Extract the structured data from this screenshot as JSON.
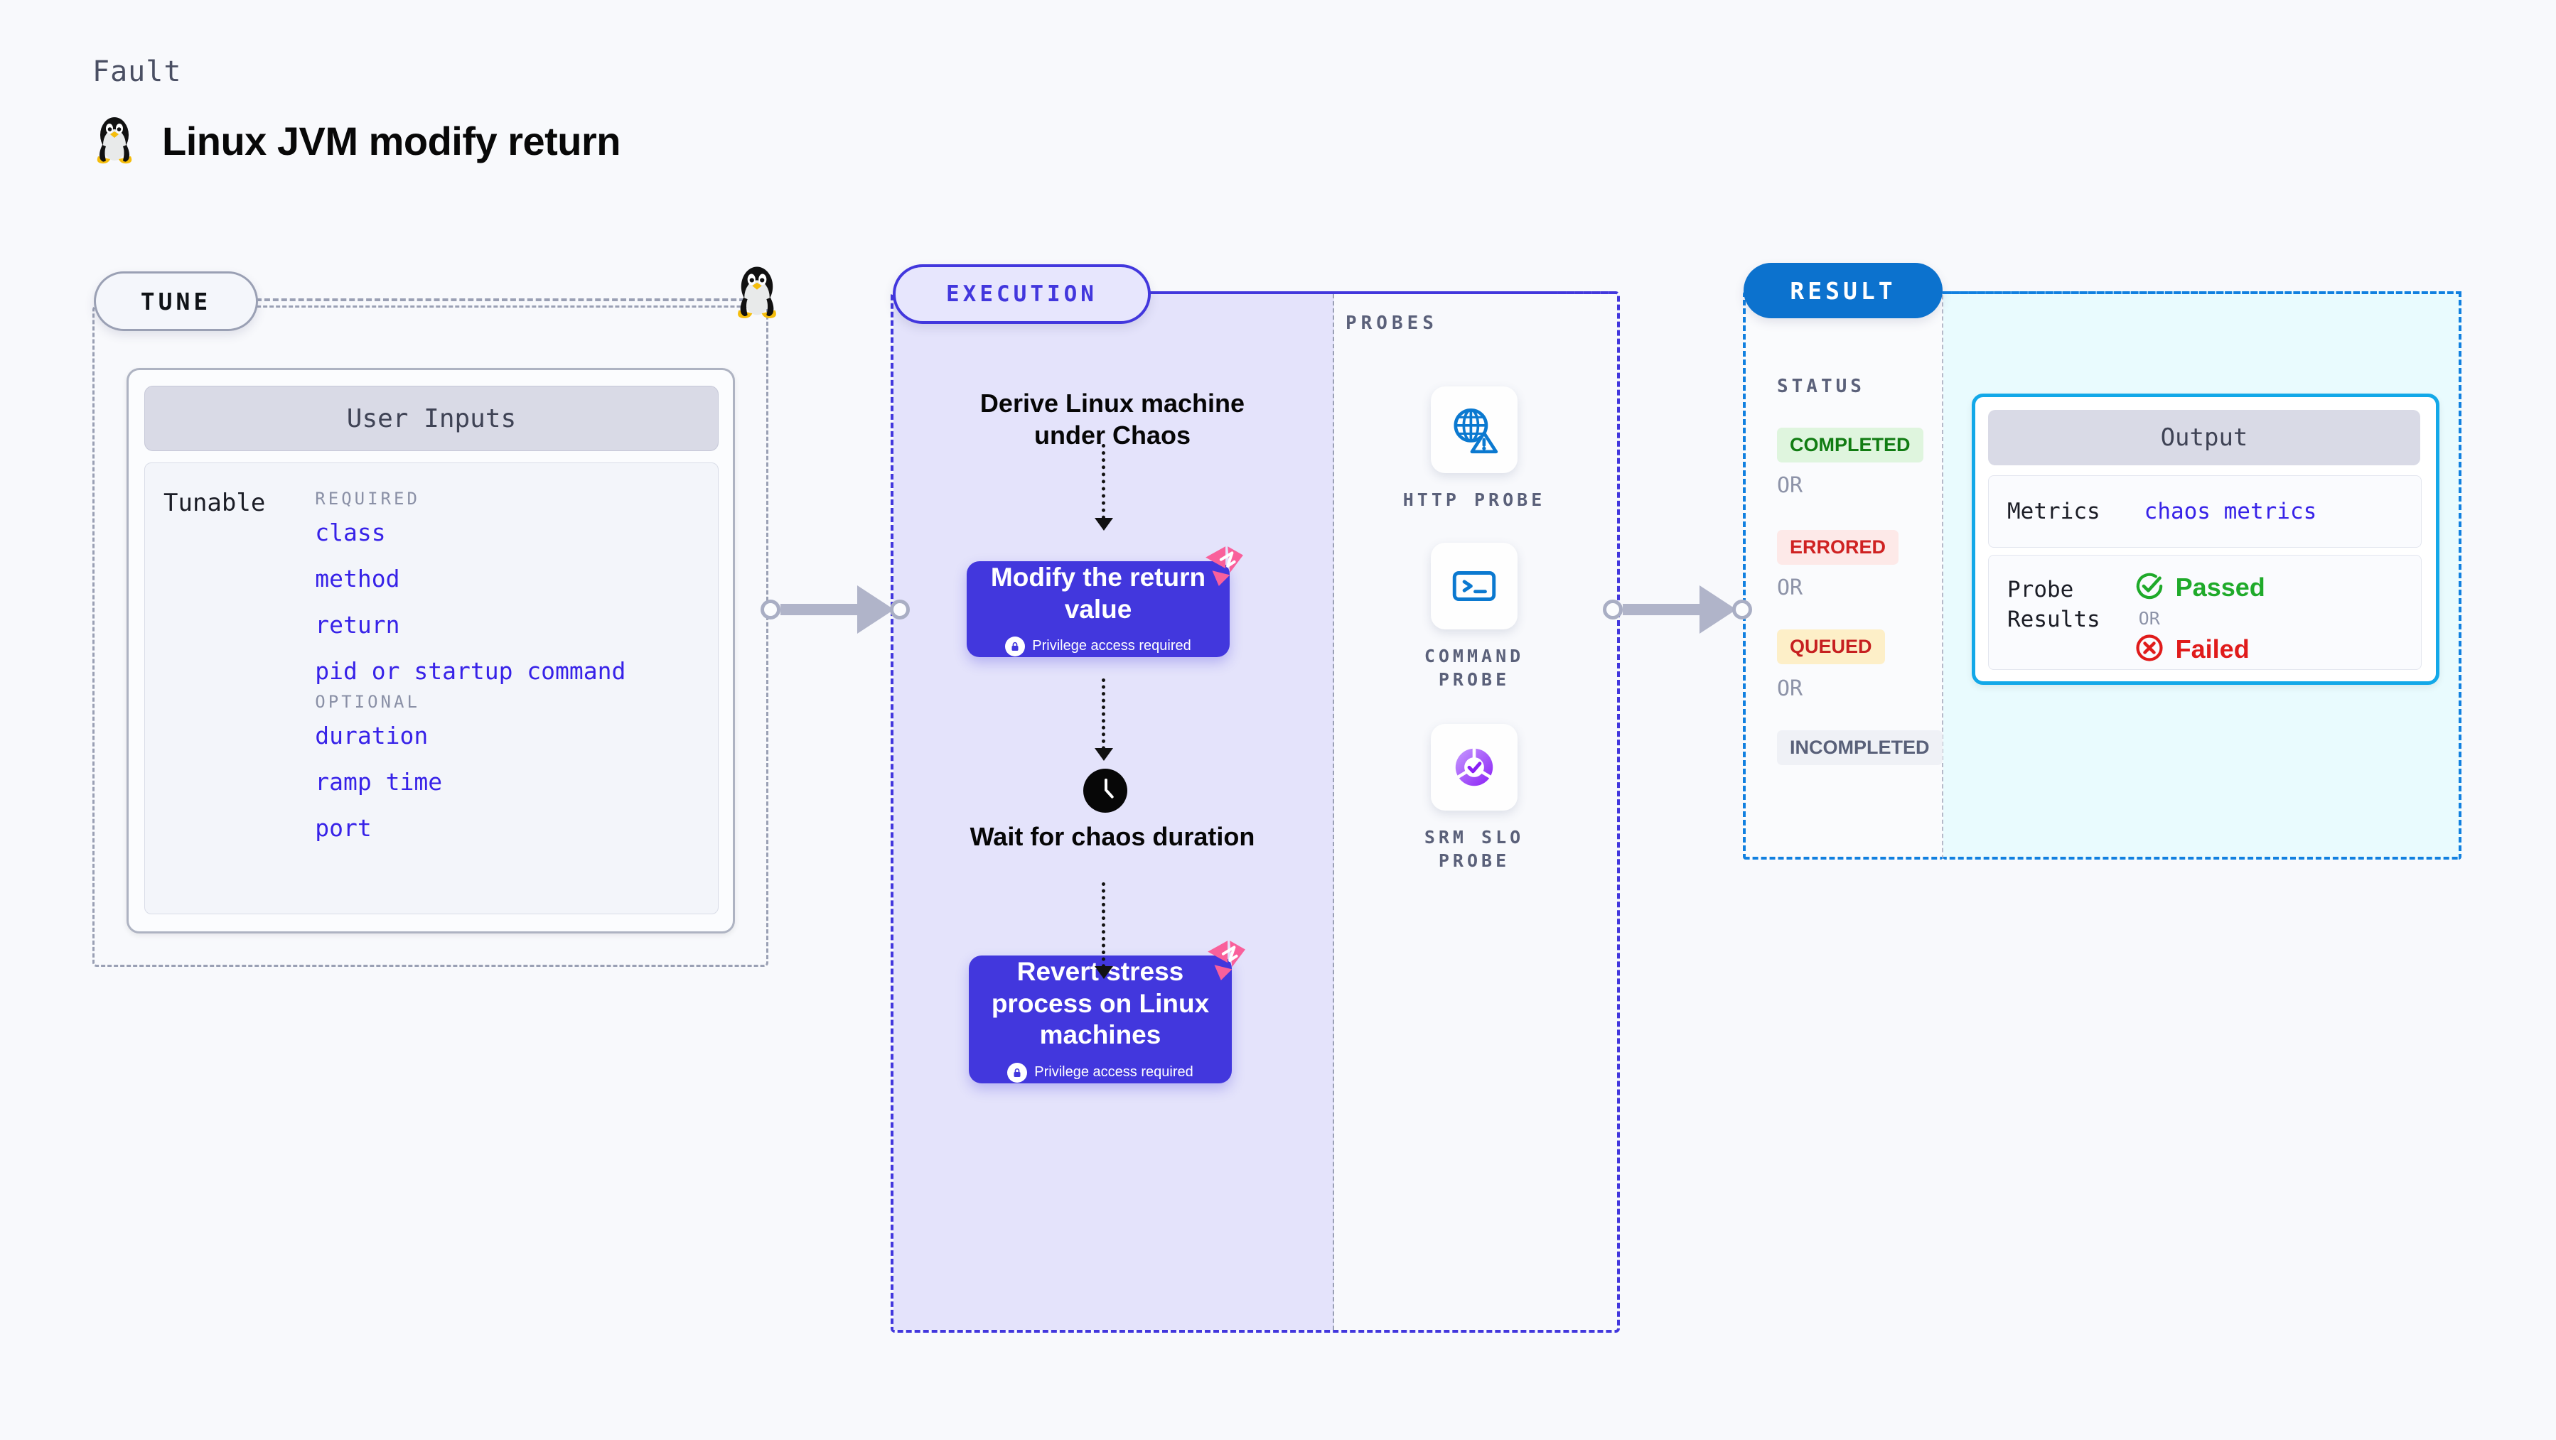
{
  "header": {
    "eyebrow": "Fault",
    "title": "Linux JVM modify return",
    "os_icon": "linux-penguin-icon"
  },
  "tune": {
    "pill_label": "TUNE",
    "marker_icon": "linux-penguin-icon",
    "user_inputs_title": "User Inputs",
    "tunable_label": "Tunable",
    "groups": [
      {
        "title": "REQUIRED",
        "items": [
          "class",
          "method",
          "return",
          "pid or startup command"
        ]
      },
      {
        "title": "OPTIONAL",
        "items": [
          "duration",
          "ramp time",
          "port"
        ]
      }
    ]
  },
  "execution": {
    "pill_label": "EXECUTION",
    "steps": [
      {
        "kind": "text",
        "label": "Derive Linux machine under Chaos"
      },
      {
        "kind": "action",
        "label": "Modify the return value",
        "privilege": "Privilege access required",
        "badge_icon": "litmus-logo-icon",
        "lock_icon": "lock-icon"
      },
      {
        "kind": "wait",
        "label": "Wait for chaos duration",
        "icon": "clock-icon"
      },
      {
        "kind": "action",
        "label": "Revert stress process on Linux machines",
        "privilege": "Privilege access required",
        "badge_icon": "litmus-logo-icon",
        "lock_icon": "lock-icon"
      }
    ]
  },
  "probes": {
    "section_label": "PROBES",
    "items": [
      {
        "caption": "HTTP PROBE",
        "icon": "globe-warning-icon"
      },
      {
        "caption": "COMMAND PROBE",
        "icon": "terminal-icon"
      },
      {
        "caption": "SRM SLO PROBE",
        "icon": "slo-donut-check-icon"
      }
    ]
  },
  "result": {
    "pill_label": "RESULT",
    "status_label": "STATUS",
    "or_label": "OR",
    "statuses": [
      {
        "label": "COMPLETED",
        "color": "#117c12",
        "bg": "#dff5de"
      },
      {
        "label": "ERRORED",
        "color": "#cf2222",
        "bg": "#fde9e8"
      },
      {
        "label": "QUEUED",
        "color": "#c62020",
        "bg": "#fdefc8"
      },
      {
        "label": "INCOMPLETED",
        "color": "#596079",
        "bg": "#eff1f6"
      }
    ],
    "output": {
      "title": "Output",
      "metrics_label": "Metrics",
      "metrics_value": "chaos metrics",
      "probe_results_label": "Probe\nResults",
      "probe_results_label_line1": "Probe",
      "probe_results_label_line2": "Results",
      "passed_label": "Passed",
      "failed_label": "Failed",
      "or_label": "OR",
      "passed_icon": "check-circle-icon",
      "failed_icon": "x-circle-icon"
    }
  },
  "colors": {
    "page_bg": "#f8f9fc",
    "indigo": "#4237dd",
    "indigo_text": "#3722e8",
    "tune_gray": "#9aa0b4",
    "result_blue": "#0c72ce",
    "output_border": "#13a8e8",
    "litmus_pink": "#f9609b",
    "probe_blue": "#0b79d0",
    "slo_purple": "#9b4dfb",
    "pass_green": "#1faa2a",
    "fail_red": "#e01b1b"
  }
}
